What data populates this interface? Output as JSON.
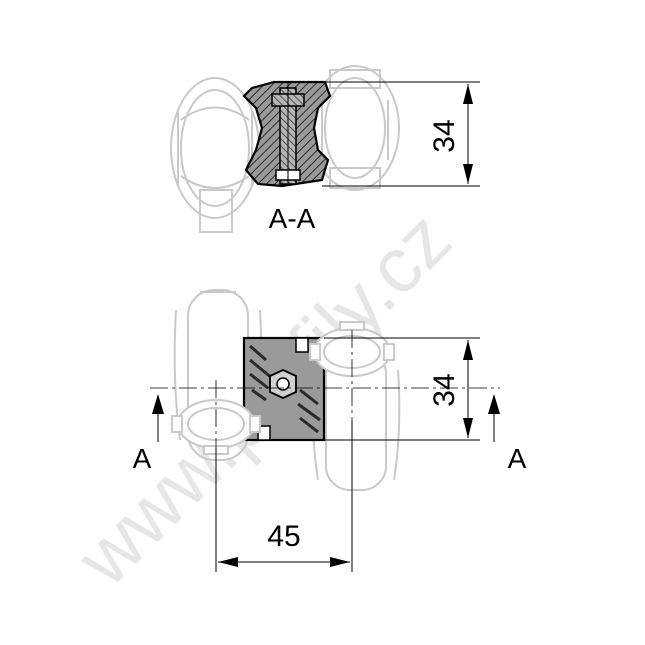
{
  "watermark": "www.profily.cz",
  "top_view": {
    "section_label": "A-A",
    "height_dim": "34"
  },
  "bottom_view": {
    "height_dim": "34",
    "width_dim": "45",
    "section_mark_left": "A",
    "section_mark_right": "A"
  }
}
